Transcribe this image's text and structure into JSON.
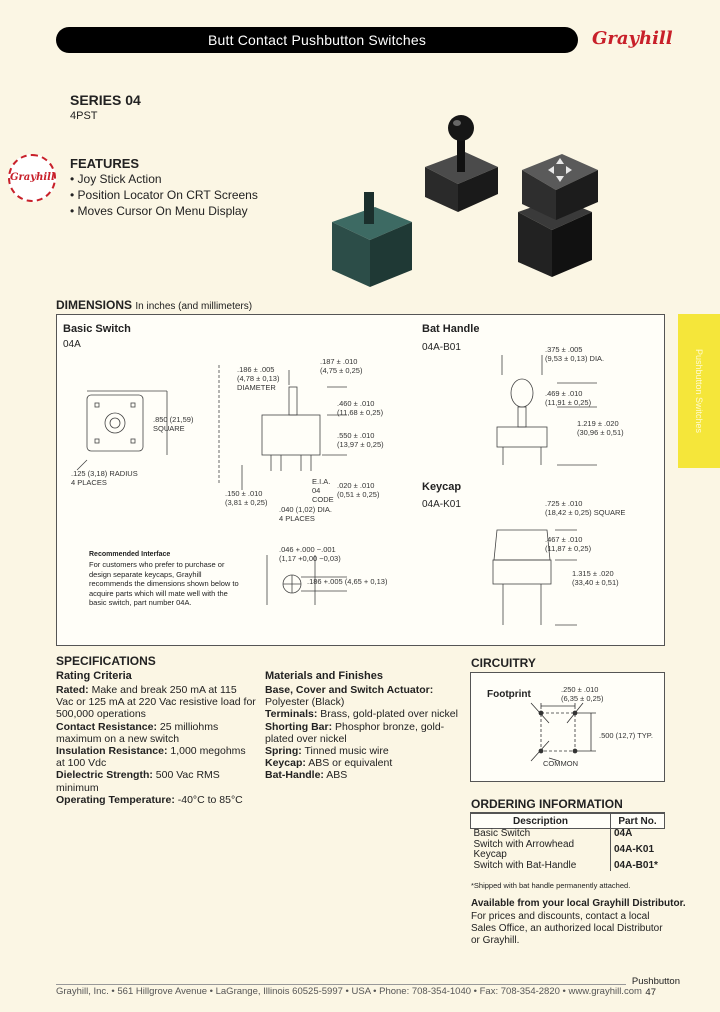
{
  "header": {
    "title": "Butt Contact Pushbutton Switches",
    "logo_text": "Grayhill"
  },
  "series": {
    "title": "SERIES 04",
    "subtitle": "4PST",
    "badge_text": "Grayhill"
  },
  "features": {
    "heading": "FEATURES",
    "items": [
      "• Joy Stick Action",
      "• Position Locator On CRT Screens",
      "• Moves Cursor On Menu Display"
    ]
  },
  "dimensions": {
    "heading": "DIMENSIONS",
    "units": "In inches (and millimeters)",
    "basic_switch": {
      "label": "Basic Switch",
      "part": "04A"
    },
    "bat_handle": {
      "label": "Bat Handle",
      "part": "04A-B01"
    },
    "keycap": {
      "label": "Keycap",
      "part": "04A-K01"
    },
    "basic_dims": [
      ".186 ± .005\n(4,78 ± 0,13)\nDIAMETER",
      ".187 ± .010\n(4,75 ± 0,25)",
      ".460 ± .010\n(11,68 ± 0,25)",
      ".850 (21,59)\nSQUARE",
      ".550 ± .010\n(13,97 ± 0,25)",
      ".125 (3,18) RADIUS\n4 PLACES",
      "E.I.A.\n04\nCODE",
      ".020 ± .010\n(0,51 ± 0,25)",
      ".150 ± .010\n(3,81 ± 0,25)",
      ".040 (1,02) DIA.\n4 PLACES"
    ],
    "bat_dims": [
      ".375 ± .005\n(9,53 ± 0,13) DIA.",
      ".469 ± .010\n(11,91 ± 0,25)",
      "1.219 ± .020\n(30,96 ± 0,51)"
    ],
    "keycap_dims": [
      ".725 ± .010\n(18,42 ± 0,25) SQUARE",
      ".467 ± .010\n(11,87 ± 0,25)",
      "1.315 ± .020\n(33,40 ± 0,51)"
    ],
    "interface": {
      "heading": "Recommended Interface",
      "text": "For customers who prefer to purchase or design separate keycaps, Grayhill recommends the dimensions shown below to acquire parts which will mate well with the basic switch, part number 04A.",
      "dims": [
        ".046 +.000 −.001\n(1,17 +0,00 −0,03)",
        ".186 +.005 (4,65 + 0,13)"
      ]
    }
  },
  "side_tab": "Pushbutton Switches",
  "specifications": {
    "heading": "SPECIFICATIONS",
    "sub": "Rating Criteria",
    "items": [
      {
        "k": "Rated:",
        "v": " Make and break 250 mA at 115 Vac or 125 mA at 220 Vac resistive load for 500,000 operations"
      },
      {
        "k": "Contact Resistance:",
        "v": " 25 milliohms maximum on a new switch"
      },
      {
        "k": "Insulation Resistance:",
        "v": " 1,000 megohms at 100 Vdc"
      },
      {
        "k": "Dielectric Strength:",
        "v": " 500 Vac RMS minimum"
      },
      {
        "k": "Operating Temperature:",
        "v": " -40°C to 85°C"
      }
    ]
  },
  "materials": {
    "heading": "Materials and Finishes",
    "items": [
      {
        "k": "Base, Cover and Switch Actuator:",
        "v": " Polyester (Black)"
      },
      {
        "k": "Terminals:",
        "v": " Brass, gold-plated over nickel"
      },
      {
        "k": "Shorting Bar:",
        "v": " Phosphor bronze, gold-plated over nickel"
      },
      {
        "k": "Spring:",
        "v": " Tinned music wire"
      },
      {
        "k": "Keycap:",
        "v": " ABS or equivalent"
      },
      {
        "k": "Bat-Handle:",
        "v": " ABS"
      }
    ]
  },
  "circuitry": {
    "heading": "CIRCUITRY",
    "footprint": "Footprint",
    "dim1": ".250 ± .010\n(6,35 ± 0,25)",
    "dim2": ".500 (12,7) TYP.",
    "common": "COMMON"
  },
  "ordering": {
    "heading": "ORDERING INFORMATION",
    "col1": "Description",
    "col2": "Part No.",
    "rows": [
      {
        "d": "Basic Switch",
        "p": "04A"
      },
      {
        "d": "Switch with Arrowhead Keycap",
        "p": "04A-K01"
      },
      {
        "d": "Switch with Bat-Handle",
        "p": "04A-B01*"
      }
    ],
    "note": "*Shipped with bat handle permanently attached.",
    "avail_bold": "Available from your local Grayhill Distributor.",
    "avail": "For prices and discounts, contact a local Sales Office, an authorized local Distributor or Grayhill."
  },
  "footer": {
    "text": "Grayhill, Inc. • 561 Hillgrove Avenue • LaGrange, Illinois 60525-5997 • USA • Phone: 708-354-1040 • Fax: 708-354-2820 • www.grayhill.com",
    "section": "Pushbutton",
    "page": "47"
  },
  "colors": {
    "banner": "#000000",
    "brand": "#c8202a",
    "tab": "#f5e63a",
    "page": "#fbf6e4"
  }
}
